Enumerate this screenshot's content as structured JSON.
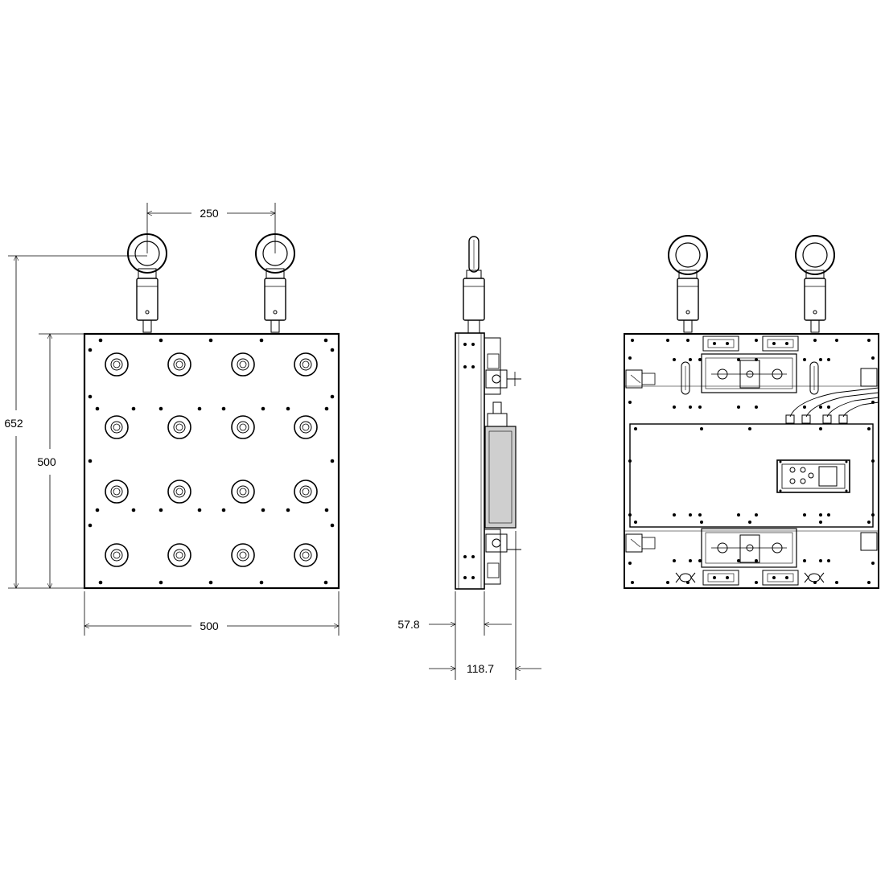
{
  "dimensions": {
    "eyebolt_spacing": "250",
    "overall_height": "652",
    "plate_height": "500",
    "plate_width": "500",
    "side_plate_depth": "57.8",
    "side_total_depth": "118.7"
  },
  "colors": {
    "line": "#000000",
    "background": "#ffffff"
  }
}
